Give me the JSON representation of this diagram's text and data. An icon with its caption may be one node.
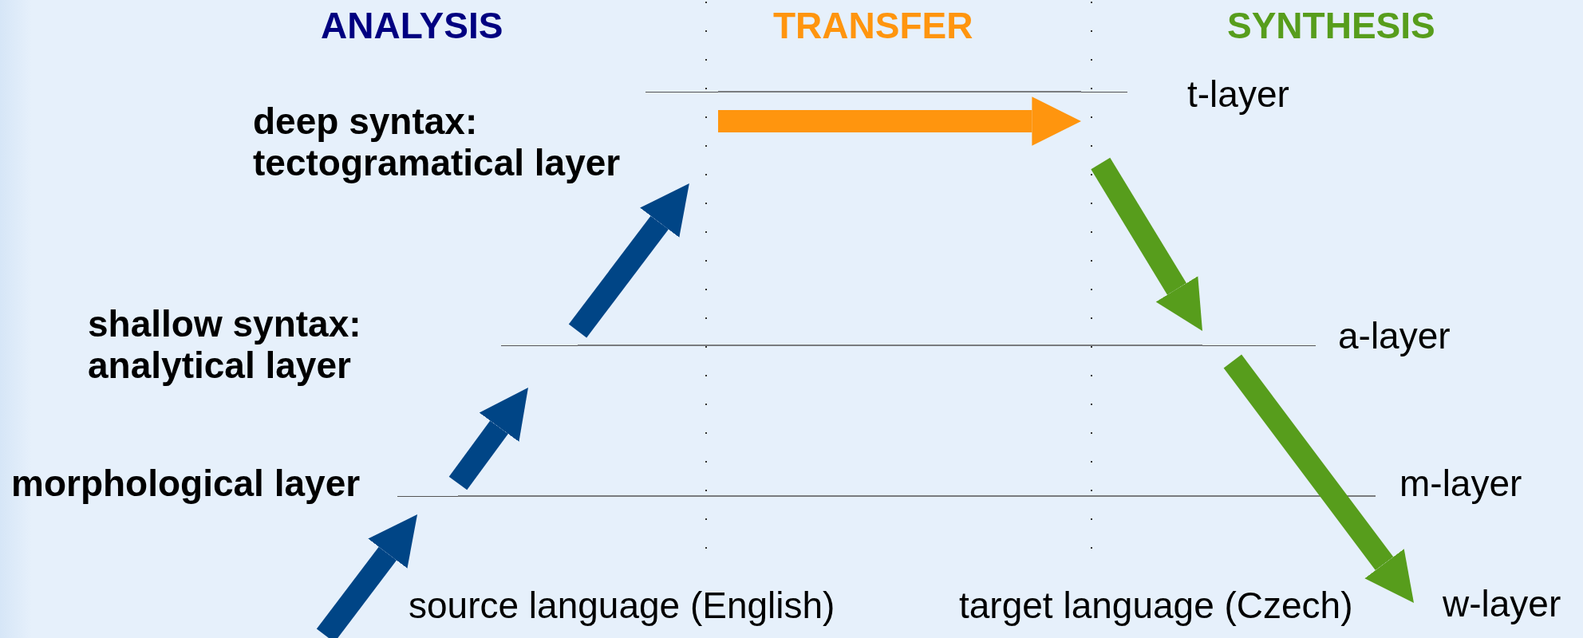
{
  "diagram": {
    "nodes": [
      {
        "text": [
          "deep syntax: tectogramatical layer"
        ]
      },
      {
        "text": [
          "shallow syntax: analytical layer"
        ]
      },
      {
        "text": [
          "morphological layer"
        ]
      },
      {
        "text": [
          "t-layer"
        ]
      },
      {
        "text": [
          "a-layer"
        ]
      },
      {
        "text": [
          "m-layer"
        ]
      },
      {
        "text": [
          "w-layer"
        ]
      }
    ],
    "edges": [
      {
        "from": null,
        "to": 2,
        "arrow": "to",
        "color": "#004586"
      },
      {
        "from": 2,
        "to": 1,
        "arrow": "to",
        "color": "#004586"
      },
      {
        "from": 1,
        "to": 0,
        "arrow": "to",
        "color": "#004586"
      },
      {
        "from": 0,
        "to": 3,
        "arrow": "to",
        "color": "#ff950e"
      },
      {
        "from": 3,
        "to": 4,
        "arrow": "to",
        "color": "#579d1c"
      },
      {
        "from": 4,
        "to": 6,
        "arrow": "to",
        "color": "#579d1c"
      }
    ],
    "labels": [
      "ANALYSIS",
      "TRANSFER",
      "SYNTHESIS",
      "source language (English)",
      "target language (Czech)"
    ]
  }
}
